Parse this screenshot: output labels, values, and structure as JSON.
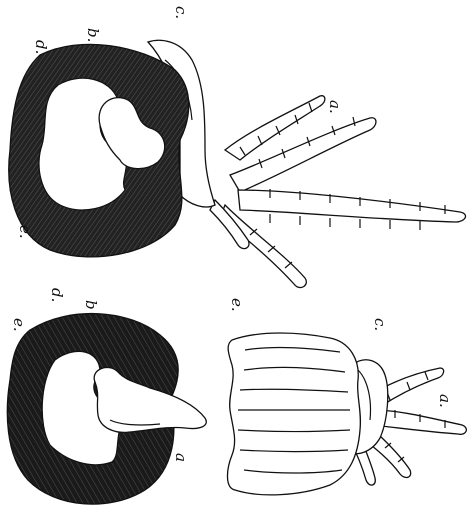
{
  "figure": {
    "upper_specimen": {
      "labels": {
        "a": "a.",
        "b": "b.",
        "c": "c.",
        "d": "d.",
        "e": "e."
      }
    },
    "lower_left_specimen": {
      "labels": {
        "a": "a",
        "b": "b",
        "d": "d.",
        "e": "e."
      }
    },
    "lower_right_specimen": {
      "labels": {
        "a": "a.",
        "c": "c.",
        "e": "e."
      }
    },
    "colors": {
      "ink": "#111111",
      "paper": "#ffffff"
    }
  }
}
